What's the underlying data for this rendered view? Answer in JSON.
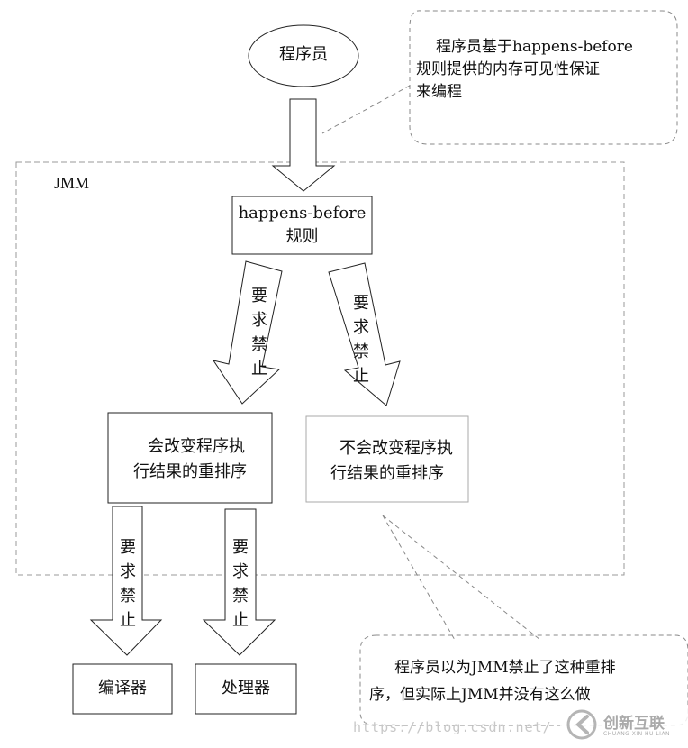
{
  "programmer": "程序员",
  "note_top": {
    "line1": "程序员基于happens-before",
    "line2": "规则提供的内存可见性保证",
    "line3": "来编程"
  },
  "jmm_label": "JMM",
  "rules_box": {
    "line1": "happens-before",
    "line2": "规则"
  },
  "arrow_label_chars": [
    "要",
    "求",
    "禁",
    "止"
  ],
  "box_change": {
    "line1": "会改变程序执",
    "line2": "行结果的重排序"
  },
  "box_no_change": {
    "line1": "不会改变程序执",
    "line2": "行结果的重排序"
  },
  "compiler": "编译器",
  "processor": "处理器",
  "note_bottom": {
    "line1": "程序员以为JMM禁止了这种重排",
    "line2": "序，但实际上JMM并没有这么做"
  },
  "watermark": {
    "url": "https://blog.csdn.net/",
    "brand": "创新互联",
    "brand_sub": "CHUANG XIN HU LIAN",
    "logo_icon": "chuangxin-logo-icon"
  }
}
